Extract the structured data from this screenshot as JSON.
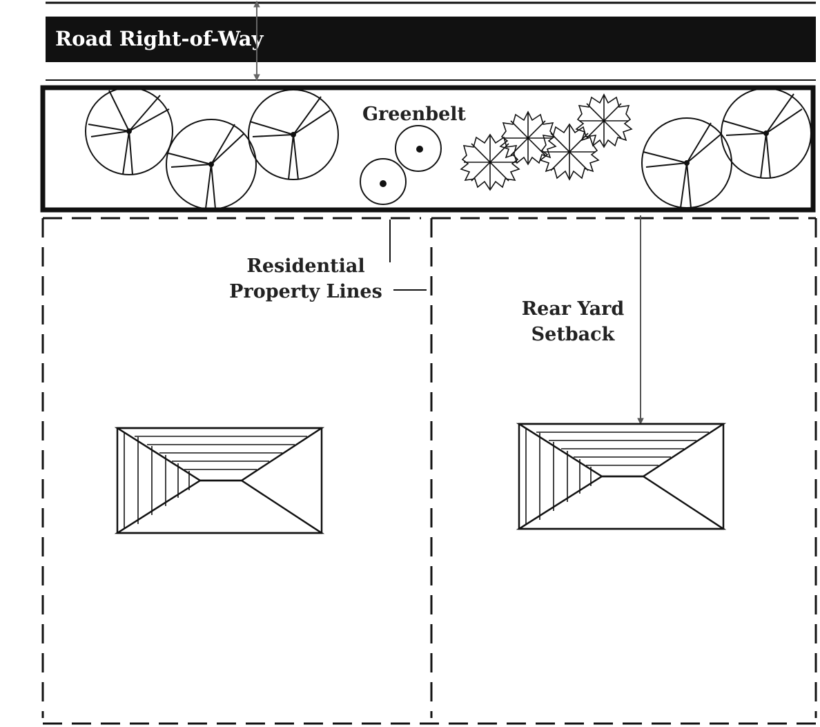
{
  "labels": {
    "road": "Road Right-of-Way",
    "greenbelt": "Greenbelt",
    "property_lines_1": "Residential",
    "property_lines_2": "Property Lines",
    "setback_1": "Rear Yard",
    "setback_2": "Setback"
  },
  "colors": {
    "ink": "#111111",
    "road_fill": "#111111",
    "label_text": "#222222",
    "road_text": "#ffffff",
    "paper": "#ffffff"
  }
}
